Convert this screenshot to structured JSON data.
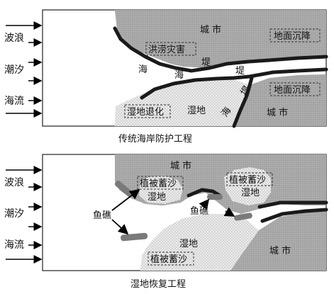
{
  "top": {
    "caption": "传统海岸防护工程",
    "forces": [
      "波浪",
      "潮汐",
      "海流"
    ],
    "labels": {
      "city": "城  市",
      "city2": "城  市",
      "flood": "洪涝灾害",
      "subsidence1": "地面沉降",
      "subsidence2": "地面沉降",
      "hai1": "海",
      "hai2": "海",
      "di1": "堤",
      "di2": "堤",
      "di3": "堤",
      "hai3": "海",
      "wetland_retreat": "湿地退化",
      "wetland": "湿地"
    }
  },
  "bottom": {
    "caption": "湿地恢复工程",
    "forces": [
      "波浪",
      "潮汐",
      "海流"
    ],
    "labels": {
      "city_top": "城  市",
      "city_bottom": "城  市",
      "veg1": "植被蓄沙",
      "veg2": "植被蓄沙",
      "veg3": "植被蓄沙",
      "wet1": "湿地",
      "wet2": "湿地",
      "wet3": "湿地",
      "reef1": "鱼礁",
      "reef2": "鱼礁"
    }
  },
  "colors": {
    "city": "#a9a9a9",
    "wetland": "#e4e4e4",
    "sea": "#ffffff",
    "dike": "#1a1a1a",
    "reef": "#7a7a7a",
    "frame": "#222222"
  }
}
